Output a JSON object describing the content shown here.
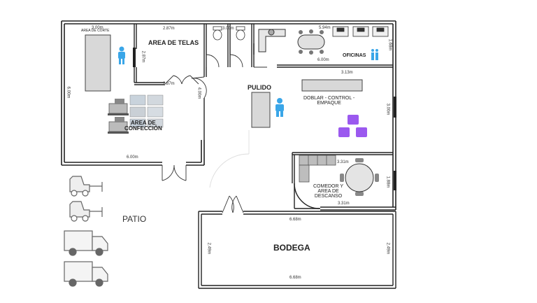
{
  "rooms": {
    "area_corte": "AREA DE CORTE",
    "area_telas": "AREA DE TELAS",
    "pulido": "PULIDO",
    "oficinas": "OFICINAS",
    "doblar": "DOBLAR - CONTROL -\nEMPAQUE",
    "confeccion": "AREA DE\nCONFECCIÓN",
    "comedor": "COMEDOR Y\nAREA DE\nDESCANSO",
    "patio": "PATIO",
    "bodega": "BODEGA"
  },
  "dimensions": {
    "corte_top": "3.00m",
    "telas_top": "2.87m",
    "telas_side": "2.87m",
    "telas_bottom": "2.87m",
    "corte_left": "6.00m",
    "confeccion_bottom": "6.00m",
    "door_side": "4.00m",
    "bath_top": "3.00m",
    "oficinas_top": "5.94m",
    "oficinas_right": "1.68m",
    "oficinas_bottom": "6.00m",
    "doblar_top": "3.13m",
    "doblar_right": "3.00m",
    "comedor_top": "3.31m",
    "comedor_bottom": "3.31m",
    "comedor_right": "1.88m",
    "bodega_top": "6.68m",
    "bodega_bottom": "6.68m",
    "bodega_left": "2.49m",
    "bodega_right": "2.49m"
  },
  "colors": {
    "wall": "#222222",
    "person": "#3aa6e8",
    "boxes": "#9b59ef",
    "furniture": "#dcdcdc",
    "vehicle": "#666666"
  }
}
